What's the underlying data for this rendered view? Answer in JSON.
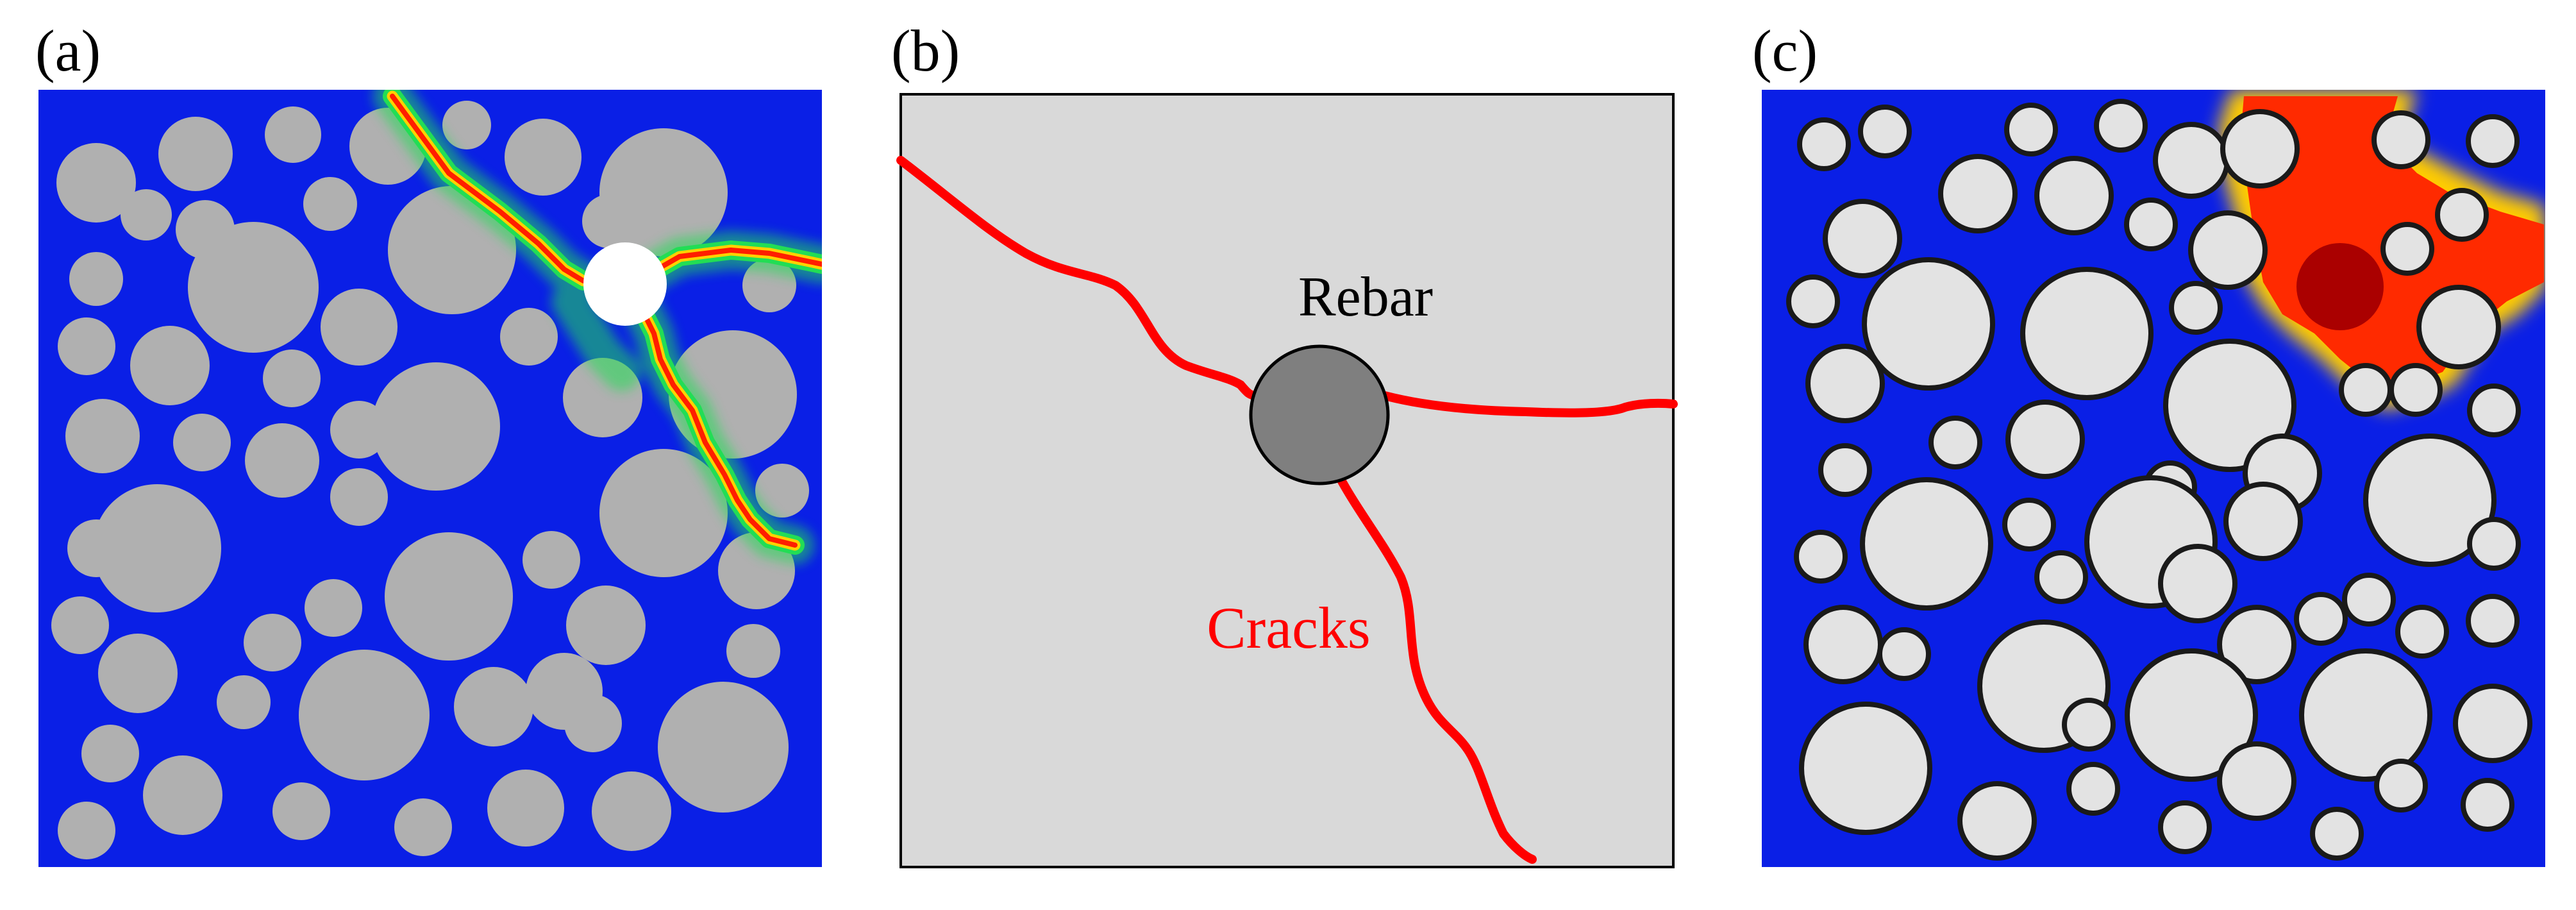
{
  "panels": {
    "a": {
      "label": "(a)",
      "colors": {
        "matrix": "#0a1fe6",
        "aggregate": "#b0b0b0",
        "rebar": "#ffffff",
        "crack_core": "#ff1e00",
        "crack_mid": "#ffd200",
        "crack_outer": "#22dd55"
      }
    },
    "b": {
      "label": "(b)",
      "rebar_label": "Rebar",
      "cracks_label": "Cracks",
      "colors": {
        "background": "#d9d9d9",
        "rebar": "#7f7f7f",
        "crack": "#ff0000",
        "outline": "#000000"
      }
    },
    "c": {
      "label": "(c)",
      "colors": {
        "matrix": "#0a1fe6",
        "aggregate": "#e3e3e3",
        "aggregate_border": "#1a1a1a",
        "damage_core": "#aa0000",
        "damage": "#ff2a00",
        "damage_edge": "#ffcc00"
      }
    }
  }
}
